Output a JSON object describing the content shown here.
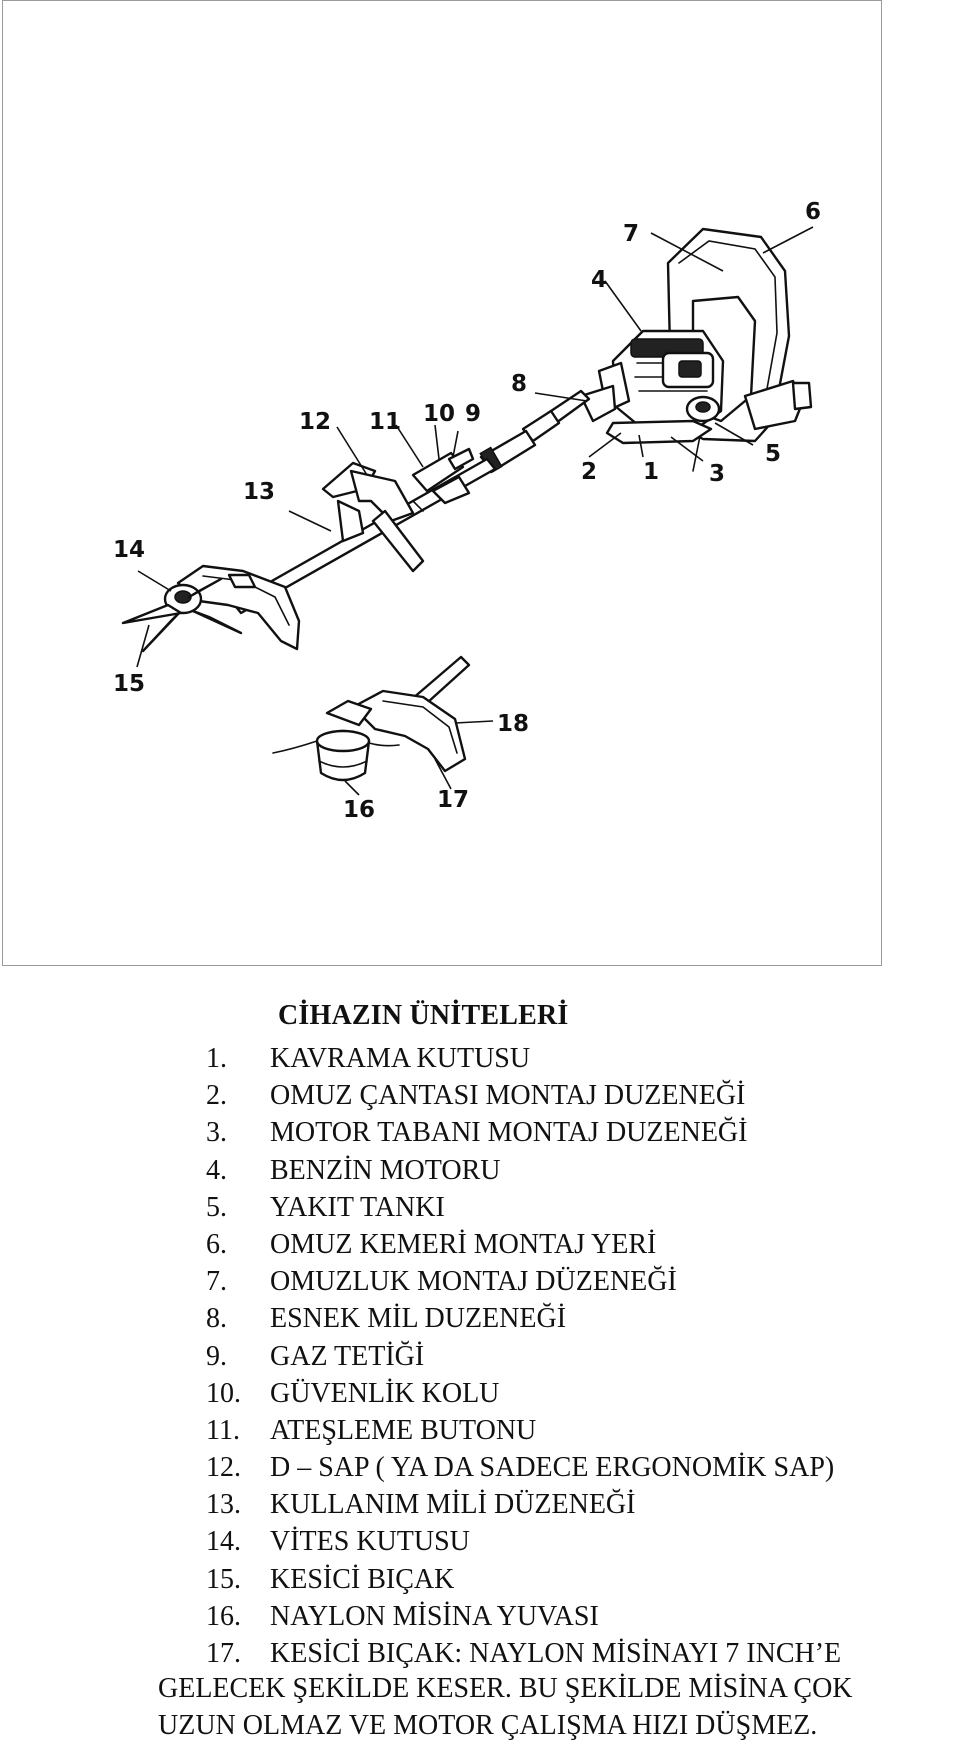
{
  "figure": {
    "callouts": [
      "1",
      "2",
      "3",
      "4",
      "5",
      "6",
      "7",
      "8",
      "9",
      "10",
      "11",
      "12",
      "13",
      "14",
      "15",
      "16",
      "17",
      "18"
    ]
  },
  "legend": {
    "title": "CİHAZIN ÜNİTELERİ",
    "items": [
      {
        "num": "1.",
        "label": "KAVRAMA KUTUSU"
      },
      {
        "num": "2.",
        "label": "OMUZ ÇANTASI MONTAJ DUZENEĞİ"
      },
      {
        "num": "3.",
        "label": "MOTOR TABANI MONTAJ DUZENEĞİ"
      },
      {
        "num": "4.",
        "label": "BENZİN MOTORU"
      },
      {
        "num": "5.",
        "label": "YAKIT TANKI"
      },
      {
        "num": "6.",
        "label": "OMUZ KEMERİ MONTAJ YERİ"
      },
      {
        "num": "7.",
        "label": "OMUZLUK MONTAJ DÜZENEĞİ"
      },
      {
        "num": "8.",
        "label": "ESNEK MİL DUZENEĞİ"
      },
      {
        "num": "9.",
        "label": "GAZ TETİĞİ"
      },
      {
        "num": "10.",
        "label": "GÜVENLİK KOLU"
      },
      {
        "num": "11.",
        "label": "ATEŞLEME BUTONU"
      },
      {
        "num": "12.",
        "label": "D – SAP ( YA DA SADECE ERGONOMİK SAP)"
      },
      {
        "num": "13.",
        "label": "KULLANIM MİLİ DÜZENEĞİ"
      },
      {
        "num": "14.",
        "label": "VİTES KUTUSU"
      },
      {
        "num": "15.",
        "label": "KESİCİ BIÇAK"
      },
      {
        "num": "16.",
        "label": "NAYLON MİSİNA YUVASI"
      },
      {
        "num": "17.",
        "label": "KESİCİ BIÇAK: NAYLON MİSİNAYI 7 INCH’E"
      }
    ],
    "continuation": [
      "GELECEK ŞEKİLDE KESER. BU ŞEKİLDE MİSİNA ÇOK",
      "UZUN OLMAZ VE MOTOR ÇALIŞMA HIZI DÜŞMEZ."
    ]
  }
}
